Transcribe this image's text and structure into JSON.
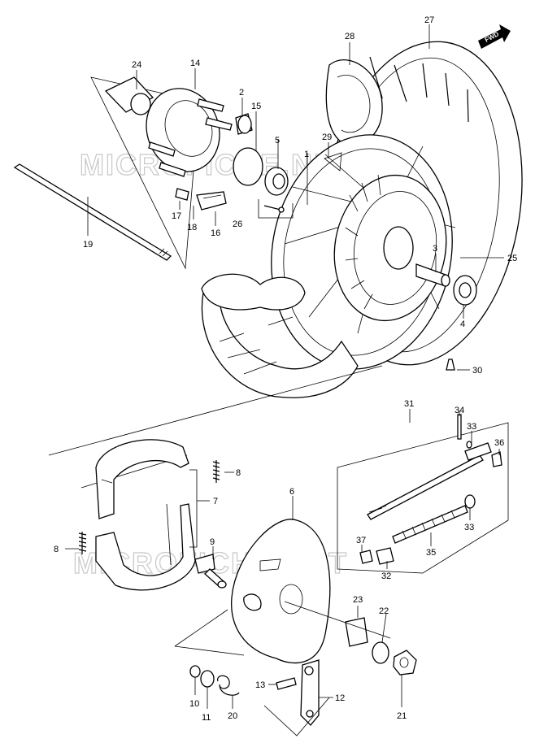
{
  "watermark": "MICROFICHE.NET",
  "fwd_label": "FWD",
  "callouts": [
    "1",
    "2",
    "3",
    "4",
    "5",
    "6",
    "7",
    "8",
    "8",
    "9",
    "10",
    "11",
    "12",
    "13",
    "14",
    "15",
    "16",
    "17",
    "18",
    "19",
    "20",
    "21",
    "22",
    "23",
    "24",
    "25",
    "26",
    "27",
    "28",
    "29",
    "30",
    "31",
    "32",
    "33",
    "33",
    "34",
    "35",
    "36",
    "37"
  ]
}
